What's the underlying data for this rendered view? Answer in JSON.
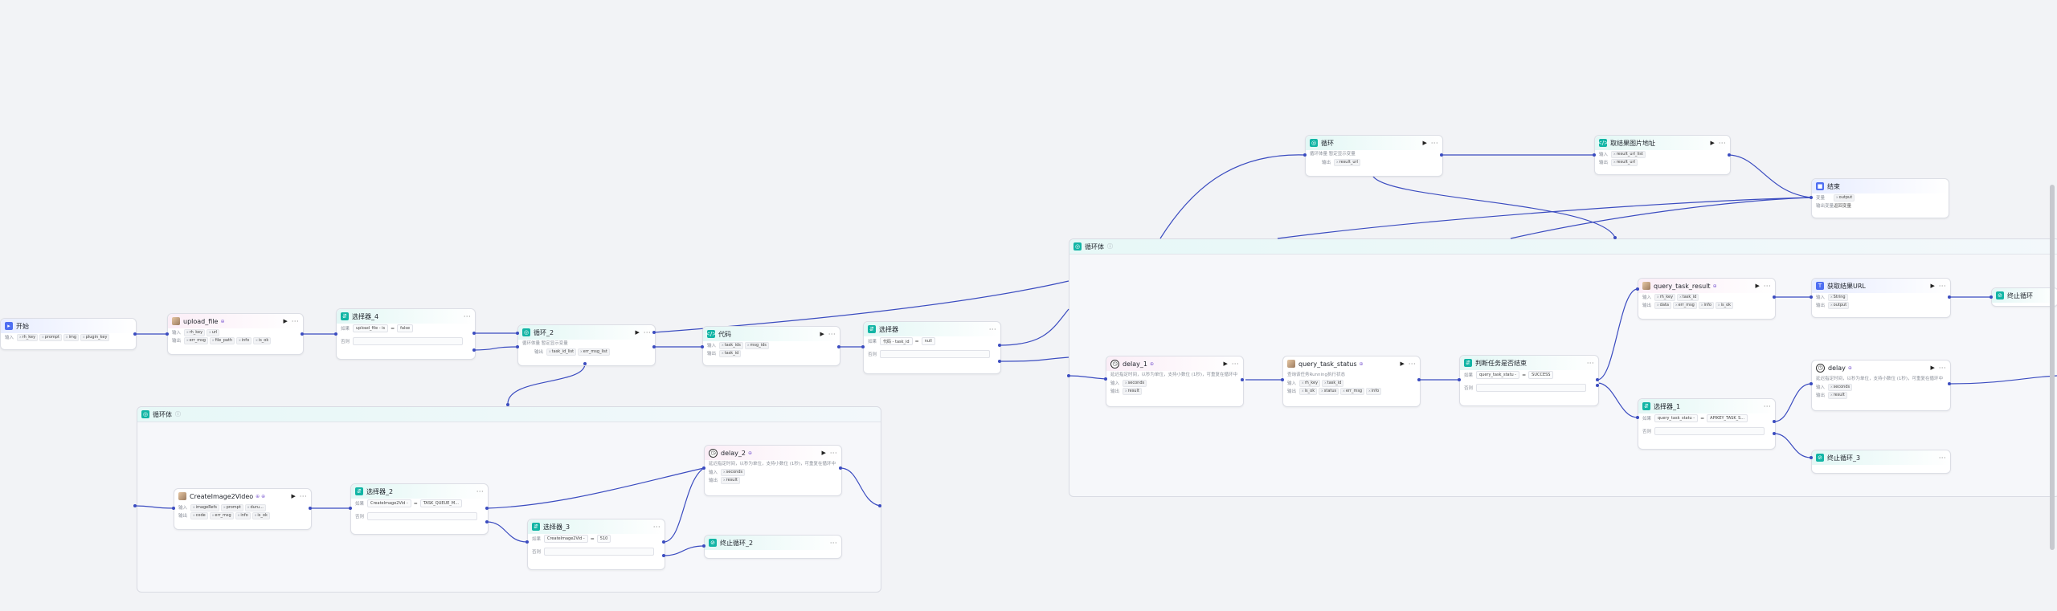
{
  "labels": {
    "input": "输入",
    "output": "输出",
    "condition": "如果",
    "else": "否则",
    "variable": "变量",
    "output_var": "输出变量"
  },
  "loop_bodies": {
    "main": {
      "title": "循环体",
      "info": "ⓘ"
    },
    "inner": {
      "title": "循环体",
      "info": "ⓘ"
    }
  },
  "nodes": {
    "start": {
      "title": "开始",
      "inputs": [
        "rh_key",
        "prompt",
        "img",
        "plugin_key"
      ]
    },
    "upload_file": {
      "title": "upload_file",
      "tag": "⊕",
      "inputs": [
        "rh_key",
        "url"
      ],
      "outputs": [
        "err_msg",
        "file_path",
        "info",
        "is_ok"
      ]
    },
    "selector_4": {
      "title": "选择器_4",
      "cond_var": "upload_file - is",
      "cond_op": "=",
      "cond_val": "false"
    },
    "loop_2": {
      "title": "循环_2",
      "desc": "循环体量  暂定显示变量",
      "outputs": [
        "task_id_list",
        "err_msg_list"
      ]
    },
    "code": {
      "title": "代码",
      "inputs": [
        "task_ids",
        "msg_ids"
      ],
      "outputs": [
        "task_id"
      ]
    },
    "selector": {
      "title": "选择器",
      "cond_var": "代码 - task_id",
      "cond_op": "=",
      "cond_val": "null"
    },
    "loop": {
      "title": "循环",
      "desc": "循环体量  暂定显示变量",
      "outputs": [
        "result_url"
      ]
    },
    "get_image_url": {
      "title": "取结果图片地址",
      "inputs": [
        "result_url_list"
      ],
      "outputs": [
        "result_url"
      ]
    },
    "end": {
      "title": "结束",
      "var": "output",
      "output_text": "返回变量"
    },
    "create_image_video": {
      "title": "CreateImage2Video",
      "tag": "⊕ ⊕",
      "inputs": [
        "imageRefs",
        "prompt",
        "duru..."
      ],
      "outputs": [
        "code",
        "err_msg",
        "info",
        "is_ok"
      ]
    },
    "selector_2": {
      "title": "选择器_2",
      "cond_var": "CreateImage2Vid -",
      "cond_op": "=",
      "cond_val": "TASK_QUEUE_M..."
    },
    "selector_3": {
      "title": "选择器_3",
      "cond_var": "CreateImage2Vid -",
      "cond_op": "=",
      "cond_val": "510"
    },
    "delay_2": {
      "title": "delay_2",
      "tag": "⊕",
      "desc": "延迟指定时间，以秒为单位，支持小数位 (1秒)，可重复在循环中",
      "inputs": [
        "seconds"
      ],
      "outputs": [
        "result"
      ]
    },
    "stop_loop_2": {
      "title": "终止循环_2"
    },
    "delay_1": {
      "title": "delay_1",
      "tag": "⊕",
      "desc": "延迟指定时间，以秒为单位，支持小数位 (1秒)，可重复在循环中",
      "inputs": [
        "seconds"
      ],
      "outputs": [
        "result"
      ]
    },
    "query_task_status": {
      "title": "query_task_status",
      "tag": "⊕",
      "desc": "查询该任务Running执行状态",
      "inputs": [
        "rh_key",
        "task_id"
      ],
      "outputs": [
        "is_ok",
        "status",
        "err_msg",
        "info"
      ]
    },
    "judge_task": {
      "title": "判断任务是否结束",
      "cond_var": "query_task_statu -",
      "cond_op": "=",
      "cond_val": "SUCCESS"
    },
    "query_task_result": {
      "title": "query_task_result",
      "tag": "⊕",
      "inputs": [
        "rh_key",
        "task_id"
      ],
      "outputs": [
        "data",
        "err_msg",
        "info",
        "is_ok"
      ]
    },
    "get_result_url": {
      "title": "获取结果URL",
      "inputs": [
        "String"
      ],
      "outputs": [
        "output"
      ]
    },
    "stop_loop": {
      "title": "终止循环"
    },
    "selector_1": {
      "title": "选择器_1",
      "cond_var": "query_task_statu -",
      "cond_op": "=",
      "cond_val": "APIKEY_TASK_S..."
    },
    "delay": {
      "title": "delay",
      "tag": "⊕",
      "desc": "延迟指定时间，以秒为单位，支持小数位 (1秒)，可重复在循环中",
      "inputs": [
        "seconds"
      ],
      "outputs": [
        "result"
      ]
    },
    "stop_loop_3": {
      "title": "终止循环_3"
    }
  },
  "colors": {
    "edge": "#3b4cc0",
    "accent_teal": "#12b5a5",
    "accent_blue": "#4e6ef2",
    "canvas": "#f2f3f6"
  }
}
